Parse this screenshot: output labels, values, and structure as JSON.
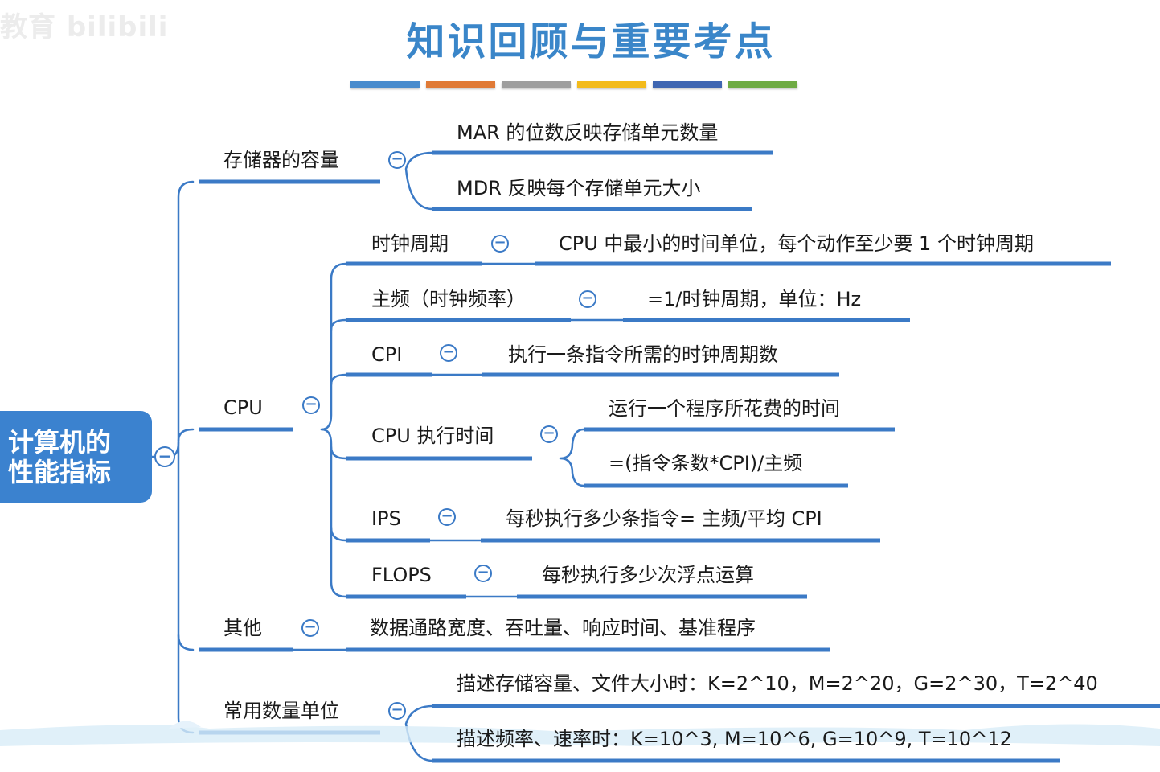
{
  "watermark": "教育 bilibili",
  "title": "知识回顾与重要考点",
  "title_bar_colors": [
    "#4a8ccd",
    "#e07a36",
    "#9e9e9e",
    "#f3bb1c",
    "#3f66b2",
    "#6fab44"
  ],
  "line_color": "#3b7ac6",
  "root": {
    "line1": "计算机的",
    "line2": "性能指标"
  },
  "branches": {
    "storage": {
      "label": "存储器的容量",
      "children": [
        "MAR 的位数反映存储单元数量",
        "MDR 反映每个存储单元大小"
      ]
    },
    "cpu": {
      "label": "CPU",
      "items": {
        "clock_period": {
          "label": "时钟周期",
          "desc": "CPU 中最小的时间单位，每个动作至少要 1 个时钟周期"
        },
        "main_freq": {
          "label": "主频（时钟频率）",
          "desc": "=1/时钟周期，单位：Hz"
        },
        "cpi": {
          "label": "CPI",
          "desc": "执行一条指令所需的时钟周期数"
        },
        "exec_time": {
          "label": "CPU 执行时间",
          "desc1": "运行一个程序所花费的时间",
          "desc2": "=(指令条数*CPI)/主频"
        },
        "ips": {
          "label": "IPS",
          "desc": "每秒执行多少条指令= 主频/平均 CPI"
        },
        "flops": {
          "label": "FLOPS",
          "desc": "每秒执行多少次浮点运算"
        }
      }
    },
    "other": {
      "label": "其他",
      "desc": "数据通路宽度、吞吐量、响应时间、基准程序"
    },
    "units": {
      "label": "常用数量单位",
      "desc1": "描述存储容量、文件大小时：K=2^10，M=2^20，G=2^30，T=2^40",
      "desc2": "描述频率、速率时：K=10^3, M=10^6, G=10^9, T=10^12"
    }
  },
  "collapse_symbol": "−"
}
